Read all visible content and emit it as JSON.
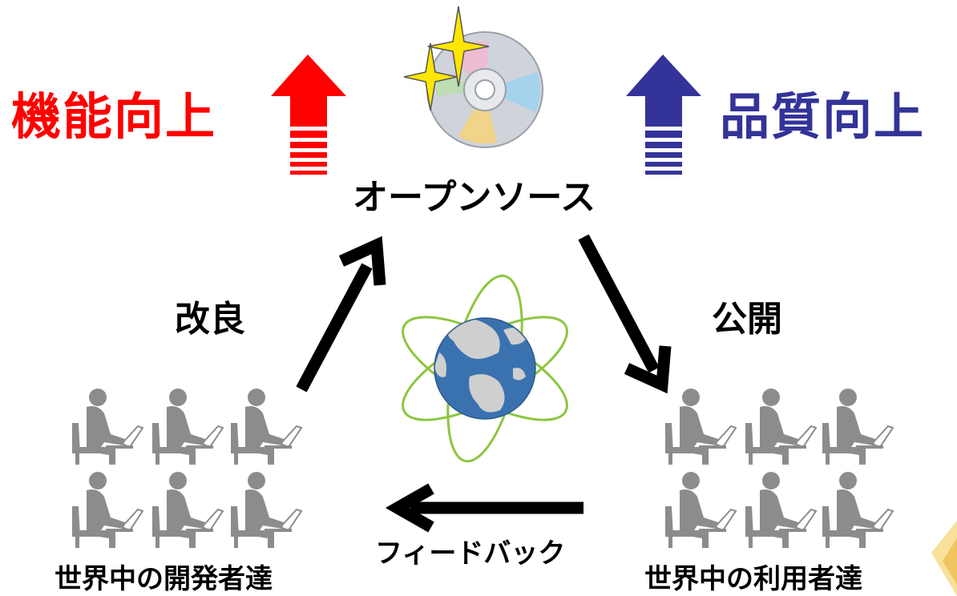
{
  "labels": {
    "function_up": "機能向上",
    "quality_up": "品質向上",
    "open_source": "オープンソース",
    "improve": "改良",
    "publish": "公開",
    "feedback": "フィードバック",
    "developers": "世界中の開発者達",
    "users": "世界中の利用者達"
  },
  "colors": {
    "function_up": "#ff0000",
    "quality_up": "#333399",
    "text": "#000000",
    "person": "#8c8c8c",
    "globe_ocean": "#3a72b0",
    "globe_land": "#c9c9c9",
    "orbit": "#8cc63f",
    "sparkle": "#ffe600"
  },
  "icons": {
    "center": "cd-disc-icon",
    "hub": "globe-orbit-icon",
    "people": "person-at-laptop-icon"
  }
}
